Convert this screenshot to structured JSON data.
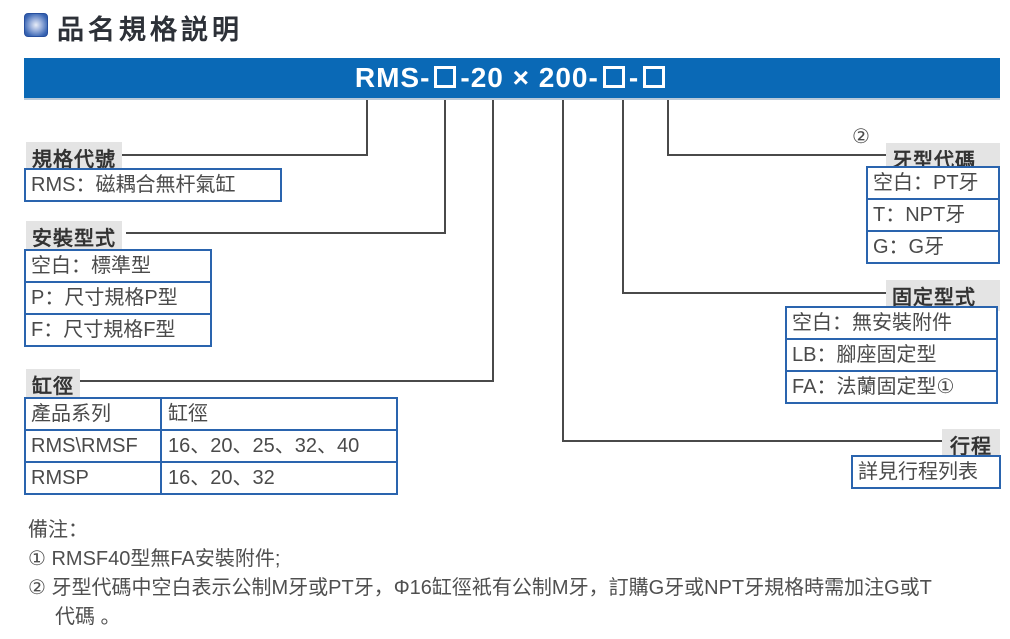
{
  "page": {
    "title": "品名規格説明"
  },
  "banner": {
    "model_code_segments": [
      "RMS-",
      "□",
      "-20 × 200-",
      "□",
      "-",
      "□"
    ],
    "bg_color": "#0a69b6"
  },
  "colors": {
    "banner_blue": "#0a69b6",
    "box_border_blue": "#2a64ae",
    "label_bg_gray": "#e4e4e4",
    "line_gray": "#4a4a4a"
  },
  "sections": {
    "spec_code": {
      "label": "規格代號",
      "value": "RMS：磁耦合無杆氣缸"
    },
    "mounting": {
      "label": "安裝型式",
      "options": [
        "空白：標準型",
        "P：尺寸規格P型",
        "F：尺寸規格F型"
      ]
    },
    "bore": {
      "label": "缸徑",
      "table": {
        "headers": [
          "產品系列",
          "缸徑"
        ],
        "rows": [
          [
            "RMS\\RMSF",
            "16、20、25、32、40"
          ],
          [
            "RMSP",
            "16、20、32"
          ]
        ]
      }
    },
    "thread": {
      "label": "牙型代碼",
      "superscript": "②",
      "options": [
        "空白：PT牙",
        "T：NPT牙",
        "G：G牙"
      ]
    },
    "fixing": {
      "label": "固定型式",
      "options": [
        "空白：無安裝附件",
        "LB：腳座固定型",
        "FA：法蘭固定型①"
      ]
    },
    "stroke": {
      "label": "行程",
      "value": "詳見行程列表"
    }
  },
  "notes": {
    "title": "備注：",
    "line1": "① RMSF40型無FA安裝附件;",
    "line2": "② 牙型代碼中空白表示公制M牙或PT牙，Φ16缸徑衹有公制M牙，訂購G牙或NPT牙規格時需加注G或T",
    "line3": "代碼 。"
  }
}
